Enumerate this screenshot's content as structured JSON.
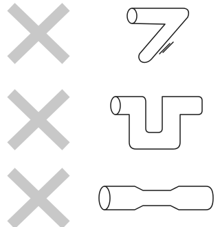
{
  "rows": [
    {
      "status": "not-allowed",
      "mark_icon": "cross-icon",
      "shape": "pipe-bent-v-shape"
    },
    {
      "status": "not-allowed",
      "mark_icon": "cross-icon",
      "shape": "pipe-u-trap-shape"
    },
    {
      "status": "not-allowed",
      "mark_icon": "cross-icon",
      "shape": "pipe-narrowed-straight-shape"
    }
  ],
  "colors": {
    "cross": "#c8c8c8",
    "outline": "#1a1a1a",
    "background": "#ffffff"
  }
}
